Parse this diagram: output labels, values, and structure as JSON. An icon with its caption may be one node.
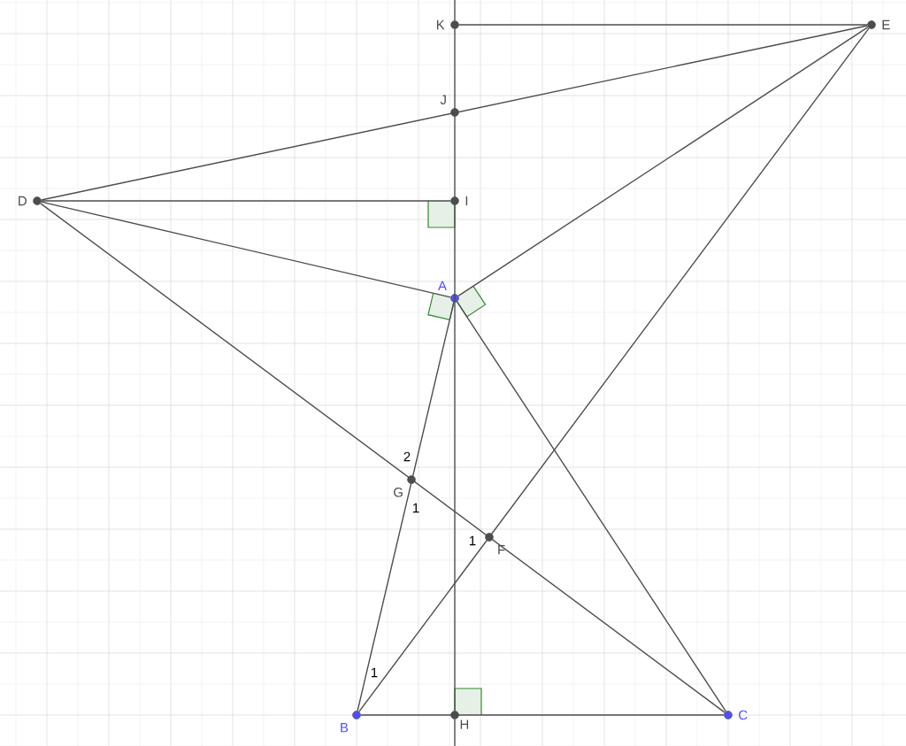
{
  "diagram": {
    "nodes": [
      {
        "text": [
          "K"
        ]
      },
      {
        "text": [
          "E"
        ]
      },
      {
        "text": [
          "J"
        ]
      },
      {
        "text": [
          "D"
        ]
      },
      {
        "text": [
          "I"
        ]
      },
      {
        "text": [
          "A"
        ]
      },
      {
        "text": [
          "G"
        ]
      },
      {
        "text": [
          "F"
        ]
      },
      {
        "text": [
          "B"
        ]
      },
      {
        "text": [
          "H"
        ]
      },
      {
        "text": [
          "C"
        ]
      }
    ],
    "edges": [
      {
        "from": 0,
        "to": 1,
        "arrow": "none"
      },
      {
        "from": 3,
        "to": 1,
        "arrow": "none"
      },
      {
        "from": 3,
        "to": 4,
        "arrow": "none"
      },
      {
        "from": 3,
        "to": 5,
        "arrow": "none"
      },
      {
        "from": 5,
        "to": 1,
        "arrow": "none"
      },
      {
        "from": 1,
        "to": 8,
        "arrow": "none"
      },
      {
        "from": 3,
        "to": 10,
        "arrow": "none"
      },
      {
        "from": 5,
        "to": 8,
        "arrow": "none"
      },
      {
        "from": 5,
        "to": 10,
        "arrow": "none"
      },
      {
        "from": 8,
        "to": 10,
        "arrow": "none"
      },
      {
        "from": 0,
        "to": 9,
        "arrow": "none"
      },
      {
        "from": null,
        "to": 0,
        "arrow": "none"
      },
      {
        "from": 9,
        "to": null,
        "arrow": "none"
      }
    ],
    "labels": [
      "2",
      "1",
      "1",
      "1"
    ]
  }
}
